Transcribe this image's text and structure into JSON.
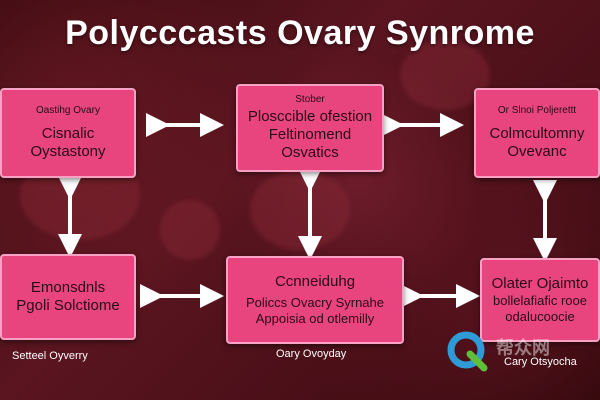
{
  "title": "Polycccasts  Ovary Synrome",
  "boxes": {
    "top_left": {
      "small": "Oastihg Ovary",
      "big1": "Cisnalic",
      "big2": "Oystastony"
    },
    "top_center": {
      "small": "Stober",
      "big1": "Plosccible ofestion",
      "big2": "Feltinomend",
      "big3": "Osvatics"
    },
    "top_right": {
      "small": "Or Slnoi Poljerettt",
      "big1": "Colmcultomny",
      "big2": "Ovevanc"
    },
    "bottom_left": {
      "big1": "Emonsdnls",
      "big2": "Pgoli Solctiome"
    },
    "bottom_center": {
      "big1": "Ccnneiduhg",
      "mid1": "Policcs Ovacry Syrnahe",
      "mid2": "Appoisia od otlemilly"
    },
    "bottom_right": {
      "big1": "Olater Ojaimto",
      "mid1": "bollelafiafic rooe",
      "mid2": "odalucoocie"
    }
  },
  "captions": {
    "bottom_left": "Setteel Oyverry",
    "bottom_center": "Oary Ovoyday",
    "bottom_right": "Cary Otsyocha"
  },
  "watermark": "帮众网",
  "colors": {
    "box": "#e8457f",
    "box_border": "#f7a2c4",
    "arrow": "#ffffff",
    "background": "#4a0f18"
  }
}
